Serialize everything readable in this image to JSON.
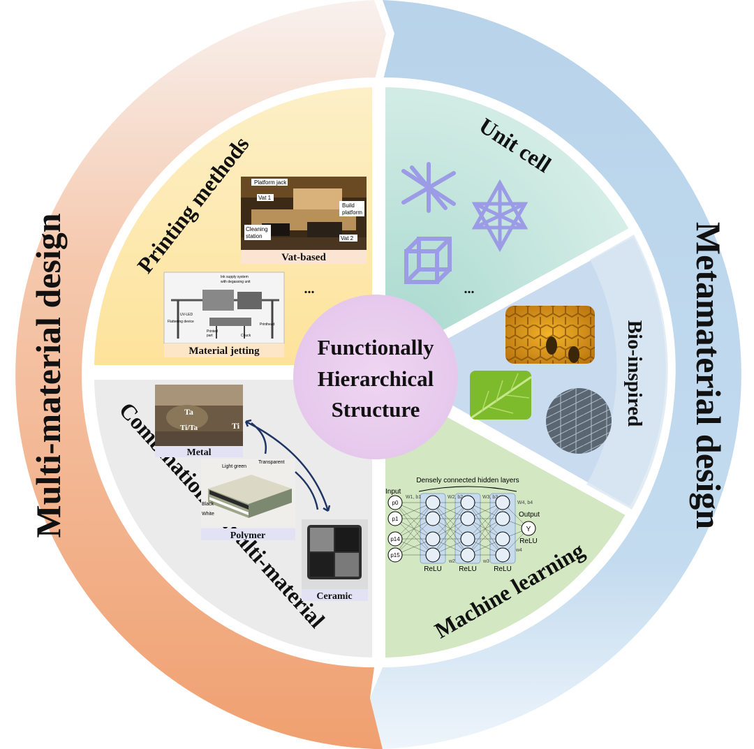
{
  "center": {
    "line1": "Functionally",
    "line2": "Hierarchical",
    "line3": "Structure"
  },
  "outer": {
    "left": "Multi-material design",
    "right": "Metamaterial design"
  },
  "sectors": {
    "printing_methods": {
      "title": "Printing methods",
      "vat_caption": "Vat-based",
      "jet_caption": "Material jetting",
      "ellipsis": "...",
      "vat_labels": [
        "Platform jack",
        "Vat 1",
        "Build",
        "platform",
        "Cleaning",
        "station",
        "Vat 2"
      ],
      "jet_labels": [
        "Ink supply system",
        "with degassing unit",
        "UV-LED",
        "Flattening device",
        "Printed",
        "part",
        "Printhead",
        "Chuck"
      ]
    },
    "combination": {
      "title": "Combination of multi-material",
      "metal_caption": "Metal",
      "polymer_caption": "Polymer",
      "ceramic_caption": "Ceramic",
      "metal_labels": [
        "Ta",
        "Ti/Ta",
        "Ti"
      ],
      "polymer_labels": [
        "Light green",
        "Transparent",
        "Black",
        "White"
      ]
    },
    "unit_cell": {
      "title": "Unit cell",
      "ellipsis": "..."
    },
    "bio_inspired": {
      "title": "Bio-inspired"
    },
    "machine_learning": {
      "title": "Machine learning",
      "nn_header": "Densely connected hidden layers",
      "input_label": "Input",
      "output_label": "Output",
      "output_node": "Y",
      "relu": "ReLU",
      "inputs": [
        "p0",
        "p1",
        "p14",
        "p15"
      ],
      "weights": [
        "W1, b1",
        "W2, b2",
        "W3, b3",
        "W4, b4",
        "w2",
        "w3",
        "w4"
      ]
    }
  },
  "colors": {
    "outer_left_top": "#f6eae6",
    "outer_left_bottom": "#f2a77b",
    "outer_right": "#bcd5ea",
    "printing": "#fde7a6",
    "combination": "#ececec",
    "unit_cell": "#c7e7de",
    "bio": "#cddfef",
    "ml": "#d6e8c5",
    "center": "#ecd3ef",
    "lattice": "#9e9ee8"
  }
}
